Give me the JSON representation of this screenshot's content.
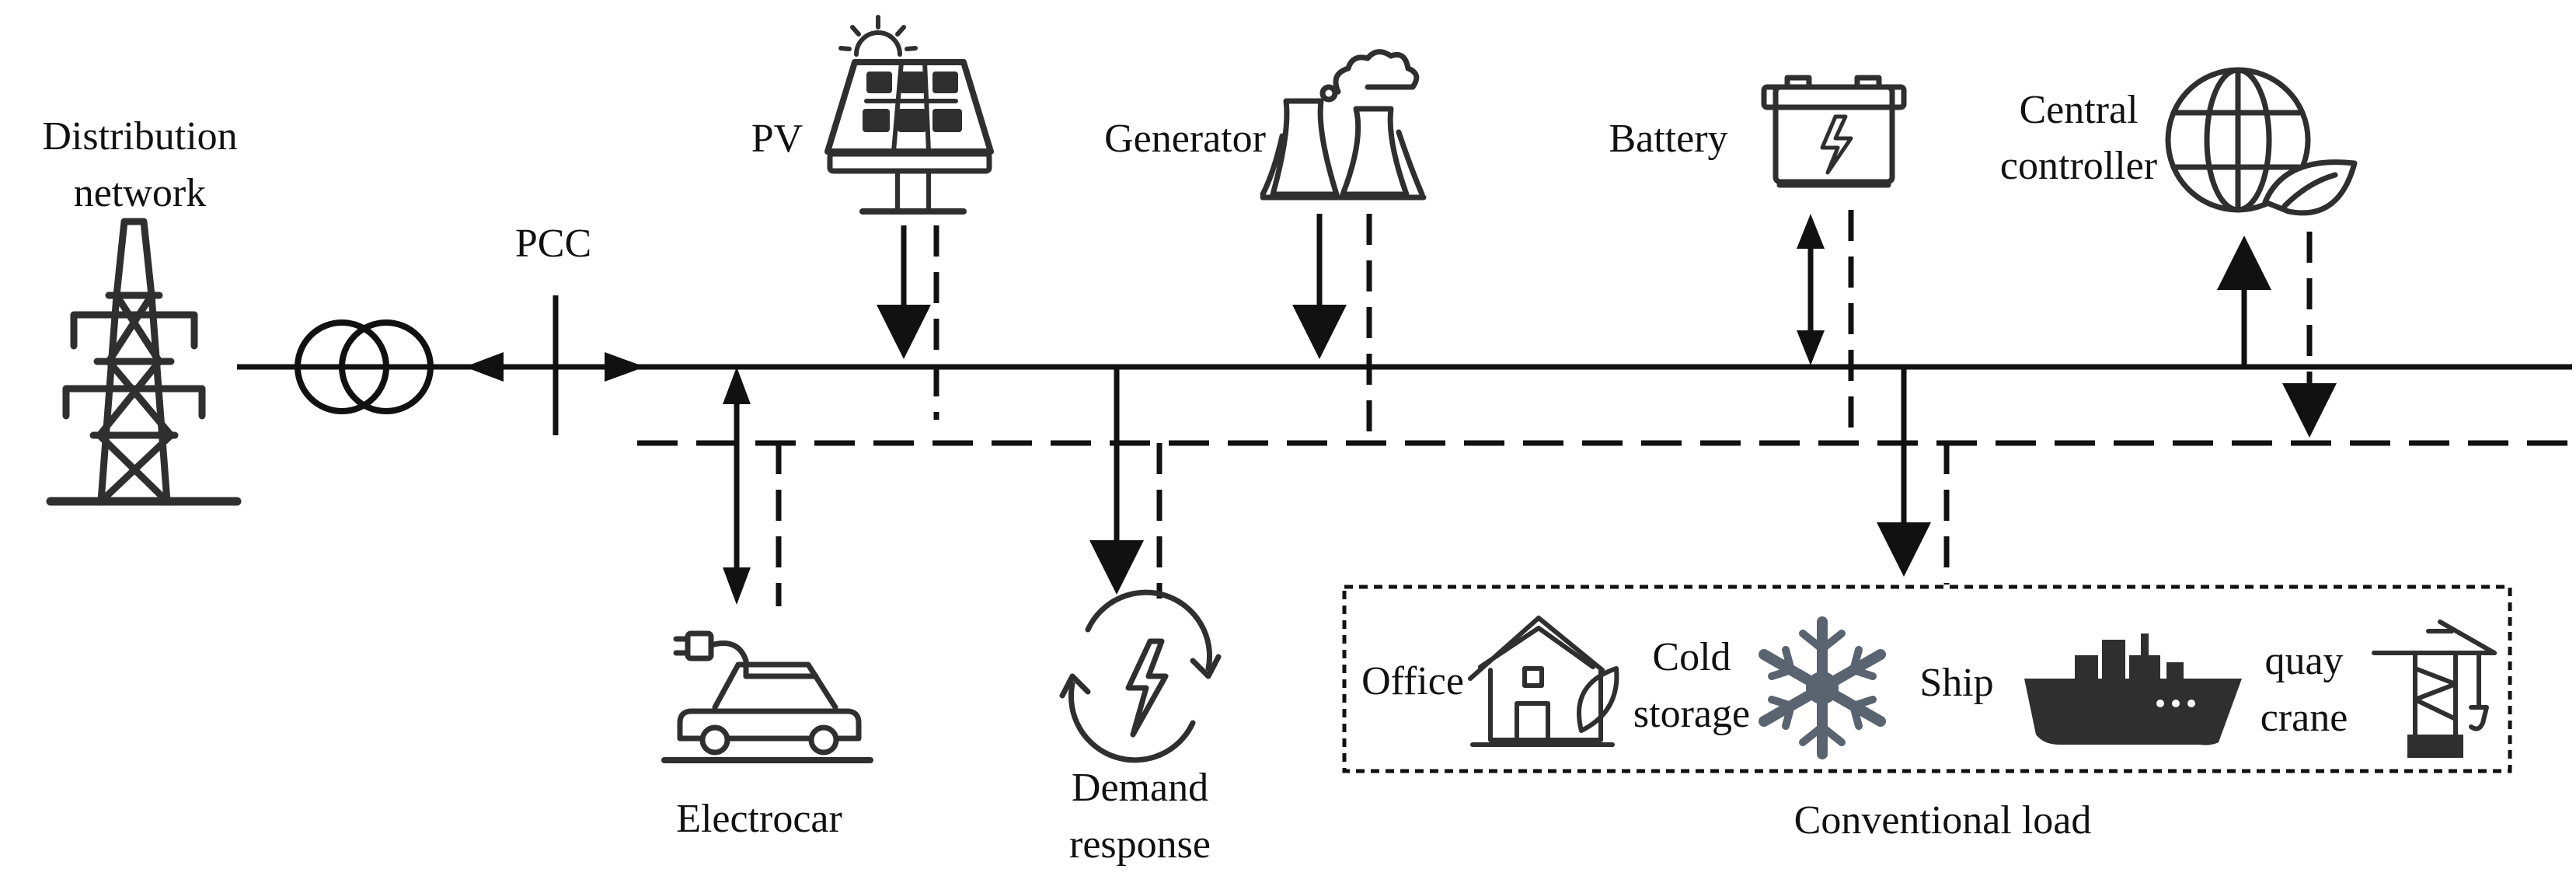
{
  "labels": {
    "distribution_network": [
      "Distribution",
      "network"
    ],
    "pcc": "PCC",
    "pv": "PV",
    "generator": "Generator",
    "battery": "Battery",
    "central_controller": [
      "Central",
      "controller"
    ],
    "electrocar": "Electrocar",
    "demand_response": [
      "Demand",
      "response"
    ],
    "office": "Office",
    "cold_storage": [
      "Cold",
      "storage"
    ],
    "ship": "Ship",
    "quay_crane": [
      "quay",
      "crane"
    ],
    "conventional_load": "Conventional load"
  },
  "icons": [
    "transmission-tower-icon",
    "transformer-icon",
    "solar-panel-icon",
    "power-plant-icon",
    "battery-icon",
    "globe-leaf-icon",
    "electric-car-icon",
    "demand-response-icon",
    "house-leaf-icon",
    "snowflake-icon",
    "ship-icon",
    "crane-icon"
  ],
  "colors": {
    "line": "#111111",
    "icon": "#2f2f2f",
    "snowflake": "#5a6470"
  }
}
